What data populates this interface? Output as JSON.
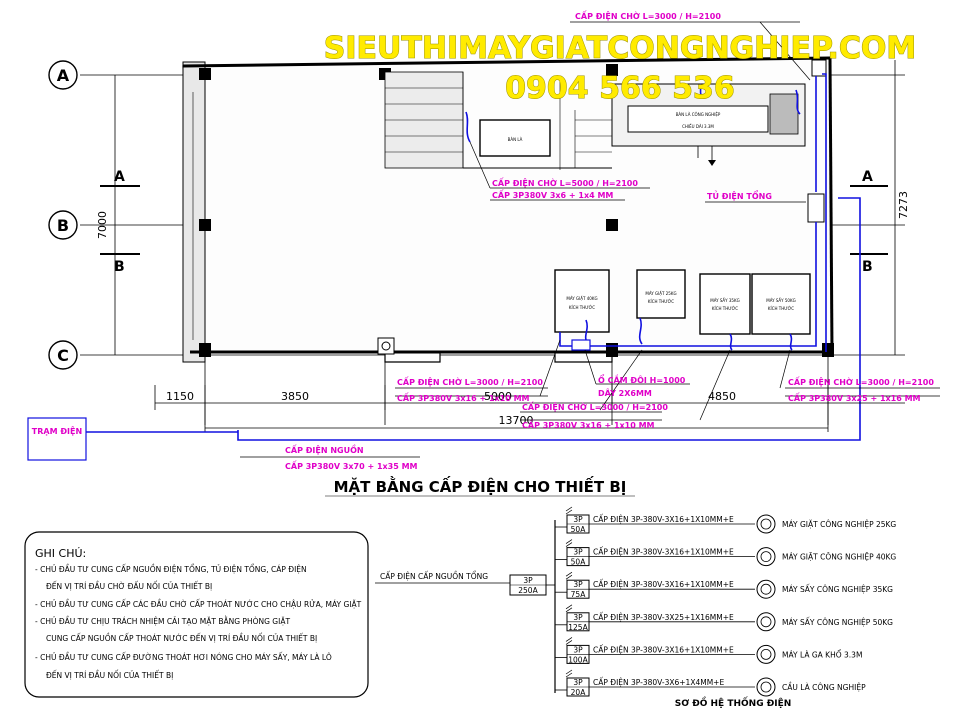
{
  "watermark": {
    "site": "SIEUTHIMAYGIATCONGNGHIEP.COM",
    "phone": "0904 566 536"
  },
  "grid": {
    "rows": [
      "A",
      "B",
      "C"
    ],
    "sections": [
      "A",
      "A",
      "B",
      "B"
    ]
  },
  "dimensions": {
    "left_height": "7000",
    "right_height": "7273",
    "bays": [
      "1150",
      "3850",
      "5000",
      "4850"
    ],
    "total": "13700"
  },
  "equipment_labels": {
    "e1": "BÀN LÀ",
    "e2": "BÀN LÀ CÔNG NGHIỆP",
    "e3": "CHIỀU DÀI 3.3M",
    "m1a": "MÁY GIẶT 40KG",
    "m1b": "KÍCH THƯỚC",
    "m2a": "MÁY GIẶT 25KG",
    "m2b": "KÍCH THƯỚC",
    "m3a": "MÁY SẤY 35KG",
    "m3b": "KÍCH THƯỚC",
    "m4a": "MÁY SẤY 50KG",
    "m4b": "KÍCH THƯỚC"
  },
  "cable_labels": {
    "top": "CẤP ĐIỆN CHỜ L=3000 / H=2100",
    "mid1": "CẤP ĐIỆN CHỜ L=5000 / H=2100",
    "mid2": "CẤP 3P380V 3x6 + 1x4 MM",
    "panel": "TỦ ĐIỆN TỔNG",
    "lw1": "CẤP ĐIỆN CHỜ L=3000 / H=2100",
    "lw2": "CẤP 3P380V 3x16 + 1x10 MM",
    "socket1": "Ổ CẮM ĐÔI H=1000",
    "socket2": "DÂY 2X6MM",
    "lm1": "CẤP ĐIỆN CHỜ L=3000 / H=2100",
    "lm2": "CẤP 3P380V 3x16 + 1x10 MM",
    "rd1": "CẤP ĐIỆN CHỜ L=3000 / H=2100",
    "rd2": "CẤP 3P380V 3x25 + 1x16 MM",
    "src1": "CẤP ĐIỆN NGUỒN",
    "src2": "CẤP 3P380V 3x70 + 1x35 MM",
    "station": "TRẠM ĐIỆN"
  },
  "plan_title": "MẶT BẰNG CẤP ĐIỆN CHO THIẾT BỊ",
  "notes": {
    "title": "GHI CHÚ:",
    "lines": [
      "- CHỦ ĐẦU TƯ CUNG CẤP NGUỒN ĐIỆN TỔNG, TỦ ĐIỆN TỔNG, CÁP ĐIỆN",
      "ĐẾN VỊ TRÍ ĐẦU CHỜ ĐẤU NỐI CỦA THIẾT BỊ",
      "- CHỦ ĐẦU TƯ CUNG CẤP CÁC ĐẦU CHỜ CẤP THOÁT NƯỚC CHO CHẬU RỬA, MÁY GIẶT",
      "- CHỦ ĐẦU TƯ CHỊU TRÁCH NHIỆM CẢI TẠO MẶT BẰNG PHÒNG GIẶT",
      "CUNG CẤP NGUỒN CẤP THOÁT NƯỚC ĐẾN VỊ TRÍ ĐẦU NỐI CỦA THIẾT BỊ",
      "- CHỦ ĐẦU TƯ CUNG CẤP ĐƯỜNG THOÁT HƠI NÓNG CHO MÁY SẤY, MÁY LÀ LÔ",
      "ĐẾN VỊ TRÍ ĐẦU NỐI CỦA THIẾT BỊ"
    ]
  },
  "schematic": {
    "source_label": "CẤP ĐIỆN CẤP NGUỒN TỔNG",
    "main_breaker": {
      "poles": "3P",
      "rating": "250A"
    },
    "branches": [
      {
        "poles": "3P",
        "rating": "50A",
        "cable": "CẤP ĐIỆN 3P-380V-3X16+1X10MM+E",
        "load": "MÁY GIẶT CÔNG NGHIỆP 25KG"
      },
      {
        "poles": "3P",
        "rating": "50A",
        "cable": "CẤP ĐIỆN 3P-380V-3X16+1X10MM+E",
        "load": "MÁY GIẶT CÔNG NGHIỆP 40KG"
      },
      {
        "poles": "3P",
        "rating": "75A",
        "cable": "CẤP ĐIỆN 3P-380V-3X16+1X10MM+E",
        "load": "MÁY SẤY CÔNG NGHIỆP 35KG"
      },
      {
        "poles": "3P",
        "rating": "125A",
        "cable": "CẤP ĐIỆN 3P-380V-3X25+1X16MM+E",
        "load": "MÁY SẤY CÔNG NGHIỆP 50KG"
      },
      {
        "poles": "3P",
        "rating": "100A",
        "cable": "CẤP ĐIỆN 3P-380V-3X16+1X10MM+E",
        "load": "MÁY LÀ GA KHỔ 3.3M"
      },
      {
        "poles": "3P",
        "rating": "20A",
        "cable": "CẤP ĐIỆN 3P-380V-3X6+1X4MM+E",
        "load": "CẦU LÀ CÔNG NGHIỆP"
      }
    ],
    "title": "SƠ ĐỒ HỆ THỐNG ĐIỆN"
  },
  "colors": {
    "wire": "#1010e0",
    "label": "#e000c8",
    "watermark": "#ffeb00"
  }
}
